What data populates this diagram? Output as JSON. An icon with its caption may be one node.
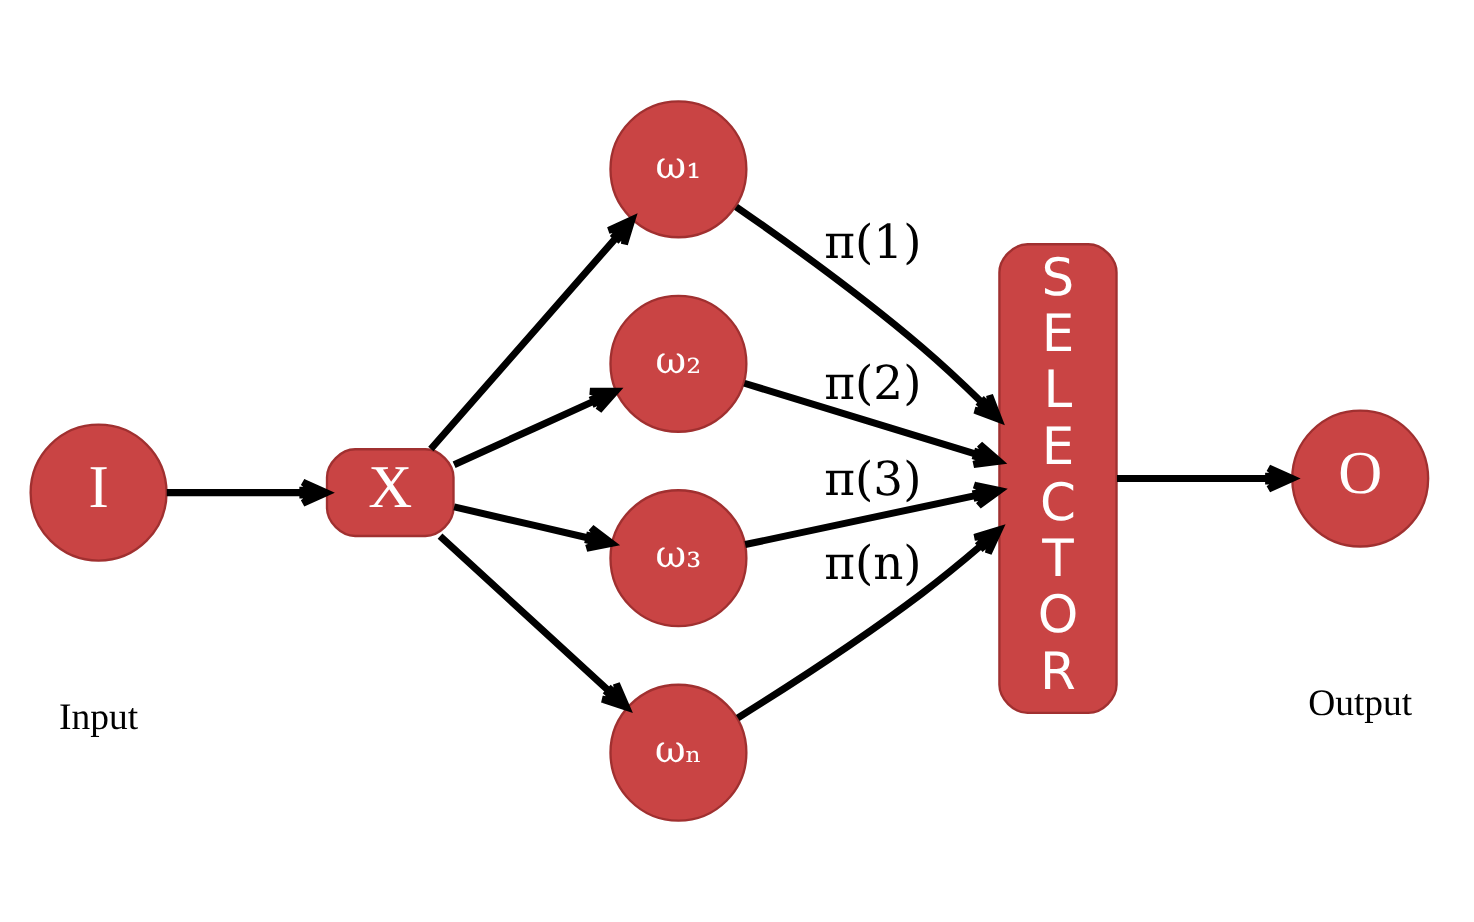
{
  "diagram": {
    "nodes": [
      {
        "text": [
          "I"
        ],
        "beside": [
          "Input"
        ]
      },
      {
        "text": [
          "X"
        ]
      },
      {
        "text": [
          "ω₁"
        ]
      },
      {
        "text": [
          "ω₂"
        ]
      },
      {
        "text": [
          "ω₃"
        ]
      },
      {
        "text": [
          "ωₙ"
        ]
      },
      {
        "text": [
          "SELECTOR"
        ]
      },
      {
        "text": [
          "O"
        ],
        "beside": [
          "Output"
        ]
      }
    ],
    "edges": [
      {
        "from": 0,
        "to": 1,
        "arrow": "to"
      },
      {
        "from": 1,
        "to": 2,
        "arrow": "to"
      },
      {
        "from": 1,
        "to": 3,
        "arrow": "to"
      },
      {
        "from": 1,
        "to": 4,
        "arrow": "to"
      },
      {
        "from": 1,
        "to": 5,
        "arrow": "to"
      },
      {
        "from": 2,
        "to": 6,
        "arrow": "to",
        "label": "π(1)"
      },
      {
        "from": 3,
        "to": 6,
        "arrow": "to",
        "label": "π(2)"
      },
      {
        "from": 4,
        "to": 6,
        "arrow": "to",
        "label": "π(3)"
      },
      {
        "from": 5,
        "to": 6,
        "arrow": "to",
        "label": "π(n)"
      },
      {
        "from": 6,
        "to": 7,
        "arrow": "to"
      }
    ]
  }
}
